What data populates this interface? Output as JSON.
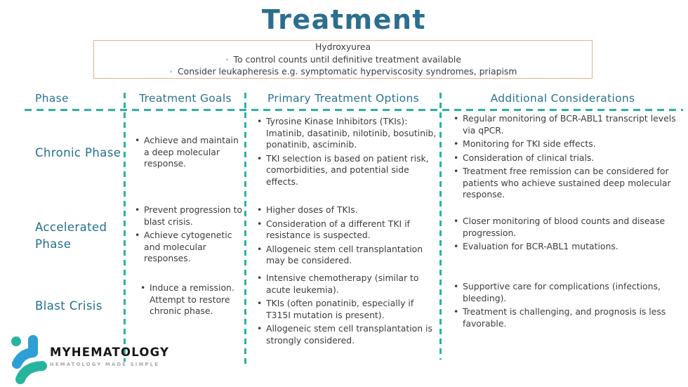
{
  "title": "Treatment",
  "info_box": {
    "line1": "Hydroxyurea",
    "line2": "To control counts until definitive treatment available",
    "line3": "Consider leukapheresis e.g. symptomatic hyperviscosity syndromes, priapism"
  },
  "table": {
    "headers": [
      "Phase",
      "Treatment Goals",
      "Primary Treatment Options",
      "Additional Considerations"
    ],
    "rows": [
      {
        "phase": "Chronic Phase",
        "goals": [
          "Achieve and maintain a deep molecular response."
        ],
        "options": [
          "Tyrosine Kinase Inhibitors (TKIs): Imatinib, dasatinib, nilotinib, bosutinib, ponatinib, asciminib.",
          "TKI selection is based on patient risk, comorbidities, and potential side effects."
        ],
        "considerations": [
          "Regular monitoring of BCR-ABL1 transcript levels via qPCR.",
          "Monitoring for TKI side effects.",
          "Consideration of clinical trials.",
          "Treatment free remission can be considered for patients who achieve sustained deep molecular response."
        ]
      },
      {
        "phase": "Accelerated Phase",
        "goals": [
          "Prevent progression to blast crisis.",
          "Achieve cytogenetic and molecular responses."
        ],
        "options": [
          "Higher doses of TKIs.",
          "Consideration of a different TKI if resistance is suspected.",
          "Allogeneic stem cell transplantation may be considered."
        ],
        "considerations": [
          "Closer monitoring of blood counts and disease progression.",
          "Evaluation for BCR-ABL1 mutations."
        ]
      },
      {
        "phase": "Blast Crisis",
        "goals": [
          "Induce a remission. Attempt to restore chronic phase."
        ],
        "options": [
          "Intensive chemotherapy (similar to acute leukemia).",
          "TKIs (often ponatinib, especially if T315I mutation is present).",
          "Allogeneic stem cell transplantation is strongly considered."
        ],
        "considerations": [
          "Supportive care for complications (infections, bleeding).",
          "Treatment is challenging, and prognosis is less favorable."
        ]
      }
    ]
  },
  "logo": {
    "name": "MYHEMATOLOGY",
    "tagline": "HEMATOLOGY MADE SIMPLE"
  },
  "colors": {
    "heading_teal": "#2c6e90",
    "dash_teal": "#2cb2a0",
    "body_text": "#3c3c3c",
    "box_border": "#e2b28c",
    "logo_blue": "#2d9fd6",
    "logo_teal": "#27b49e"
  }
}
